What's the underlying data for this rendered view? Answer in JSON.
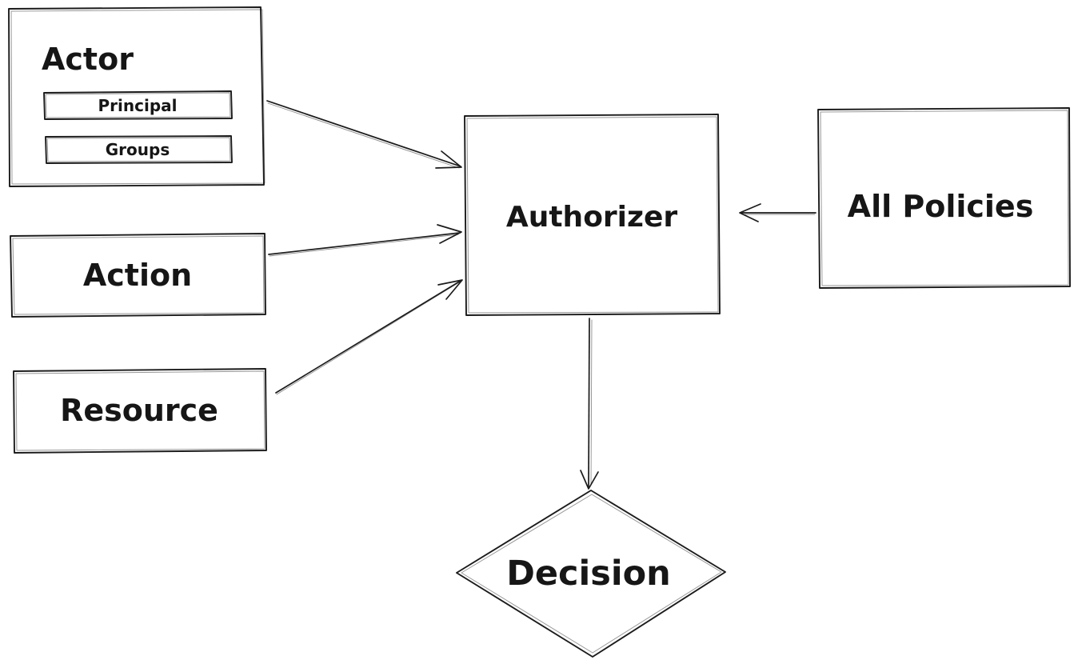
{
  "diagram": {
    "kind": "authorization-flow",
    "colors": {
      "stroke": "#1b1b1b",
      "shape_fill": "#ffffff",
      "background": "#ffffff"
    },
    "nodes": {
      "actor": {
        "label": "Actor",
        "shape": "rectangle"
      },
      "principal": {
        "label": "Principal",
        "shape": "rectangle",
        "parent": "actor"
      },
      "groups": {
        "label": "Groups",
        "shape": "rectangle",
        "parent": "actor"
      },
      "action": {
        "label": "Action",
        "shape": "rectangle"
      },
      "resource": {
        "label": "Resource",
        "shape": "rectangle"
      },
      "authorizer": {
        "label": "Authorizer",
        "shape": "rectangle"
      },
      "all_policies": {
        "label": "All Policies",
        "shape": "rectangle"
      },
      "decision": {
        "label": "Decision",
        "shape": "diamond"
      }
    },
    "edges": [
      {
        "from": "actor",
        "to": "authorizer",
        "arrowhead": "open"
      },
      {
        "from": "action",
        "to": "authorizer",
        "arrowhead": "open"
      },
      {
        "from": "resource",
        "to": "authorizer",
        "arrowhead": "open"
      },
      {
        "from": "all_policies",
        "to": "authorizer",
        "arrowhead": "open"
      },
      {
        "from": "authorizer",
        "to": "decision",
        "arrowhead": "open"
      }
    ]
  }
}
